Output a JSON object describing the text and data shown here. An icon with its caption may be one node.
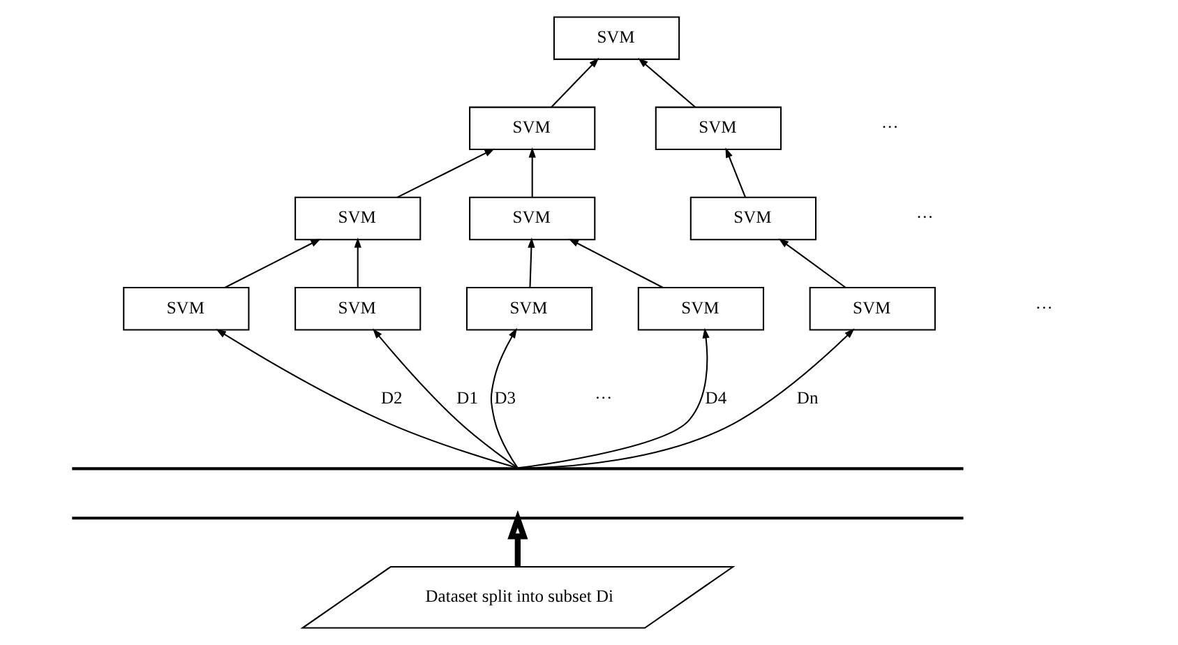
{
  "diagram": {
    "nodes": [
      {
        "text": [
          "SVM"
        ]
      },
      {
        "text": [
          "SVM"
        ]
      },
      {
        "text": [
          "SVM"
        ]
      },
      {
        "text": [
          "SVM"
        ]
      },
      {
        "text": [
          "SVM"
        ]
      },
      {
        "text": [
          "SVM"
        ]
      },
      {
        "text": [
          "SVM"
        ]
      },
      {
        "text": [
          "SVM"
        ]
      },
      {
        "text": [
          "SVM"
        ]
      },
      {
        "text": [
          "SVM"
        ]
      },
      {
        "text": [
          "SVM"
        ]
      },
      {
        "text": [],
        "shape": "bar"
      },
      {
        "text": [],
        "shape": "bar"
      },
      {
        "text": [
          "Dataset split into subset Di"
        ]
      }
    ],
    "edges": [
      {
        "from": 1,
        "to": 0,
        "arrow": "to"
      },
      {
        "from": 2,
        "to": 0,
        "arrow": "to"
      },
      {
        "from": 3,
        "to": 1,
        "arrow": "to"
      },
      {
        "from": 4,
        "to": 1,
        "arrow": "to"
      },
      {
        "from": 5,
        "to": 2,
        "arrow": "to"
      },
      {
        "from": 6,
        "to": 3,
        "arrow": "to"
      },
      {
        "from": 7,
        "to": 3,
        "arrow": "to"
      },
      {
        "from": 8,
        "to": 4,
        "arrow": "to"
      },
      {
        "from": 9,
        "to": 4,
        "arrow": "to"
      },
      {
        "from": 10,
        "to": 5,
        "arrow": "to"
      },
      {
        "from": 11,
        "to": 6,
        "arrow": "to",
        "label": "D1"
      },
      {
        "from": 11,
        "to": 7,
        "arrow": "to",
        "label": "D2"
      },
      {
        "from": 11,
        "to": 8,
        "arrow": "to",
        "label": "D3"
      },
      {
        "from": 11,
        "to": 9,
        "arrow": "to",
        "label": "D4"
      },
      {
        "from": 11,
        "to": 10,
        "arrow": "to",
        "label": "Dn"
      },
      {
        "from": 13,
        "to": 12,
        "arrow": "to",
        "style": "thick"
      }
    ],
    "labels": [
      "···",
      "···",
      "···",
      "···"
    ]
  }
}
